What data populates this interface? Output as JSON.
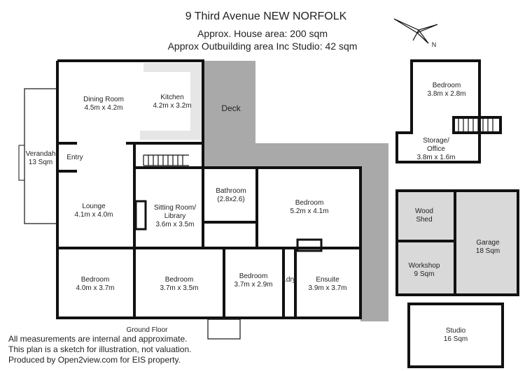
{
  "header": {
    "title": "9 Third Avenue  NEW NORFOLK",
    "house_area": "Approx. House area: 200 sqm",
    "outbuilding_area": "Approx Outbuilding area Inc Studio: 42 sqm"
  },
  "compass": {
    "label": "N",
    "icon": "compass-star-icon"
  },
  "rooms": {
    "dining": {
      "name": "Dining Room",
      "size": "4.5m x 4.2m"
    },
    "kitchen": {
      "name": "Kitchen",
      "size": "4.2m x 3.2m"
    },
    "deck": {
      "name": "Deck"
    },
    "verandah": {
      "name": "Verandah",
      "size": "13 Sqm"
    },
    "entry": {
      "name": "Entry"
    },
    "lounge": {
      "name": "Lounge",
      "size": "4.1m x 4.0m"
    },
    "sitting": {
      "name": "Sitting Room/",
      "name2": "Library",
      "size": "3.6m x 3.5m"
    },
    "bathroom": {
      "name": "Bathroom",
      "size": "(2.8x2.6)"
    },
    "bedroom_main": {
      "name": "Bedroom",
      "size": "5.2m x 4.1m"
    },
    "bedroom1": {
      "name": "Bedroom",
      "size": "4.0m x 3.7m"
    },
    "bedroom2": {
      "name": "Bedroom",
      "size": "3.7m x 3.5m"
    },
    "bedroom3": {
      "name": "Bedroom",
      "size": "3.7m x 2.9m"
    },
    "laundry": {
      "name": "Ldry"
    },
    "ensuite": {
      "name": "Ensuite",
      "size": "3.9m x 3.7m"
    },
    "upper_bedroom": {
      "name": "Bedroom",
      "size": "3.8m x 2.8m"
    },
    "storage": {
      "name": "Storage/",
      "name2": "Office",
      "size": "3.8m x 1.6m"
    },
    "wood_shed": {
      "name": "Wood",
      "name2": "Shed"
    },
    "garage": {
      "name": "Garage",
      "size": "18 Sqm"
    },
    "workshop": {
      "name": "Workshop",
      "size": "9 Sqm"
    },
    "studio": {
      "name": "Studio",
      "size": "16 Sqm"
    }
  },
  "floor_label": "Ground Floor",
  "disclaimer": [
    "All measurements are internal and approximate.",
    "This plan is a sketch for illustration, not valuation.",
    "Produced by Open2view.com for EIS property."
  ],
  "colors": {
    "wall": "#111111",
    "deck": "#a9a9a9",
    "outbuilding_fill": "#d9d9d9",
    "kitchen_bench": "#e6e6e6"
  }
}
